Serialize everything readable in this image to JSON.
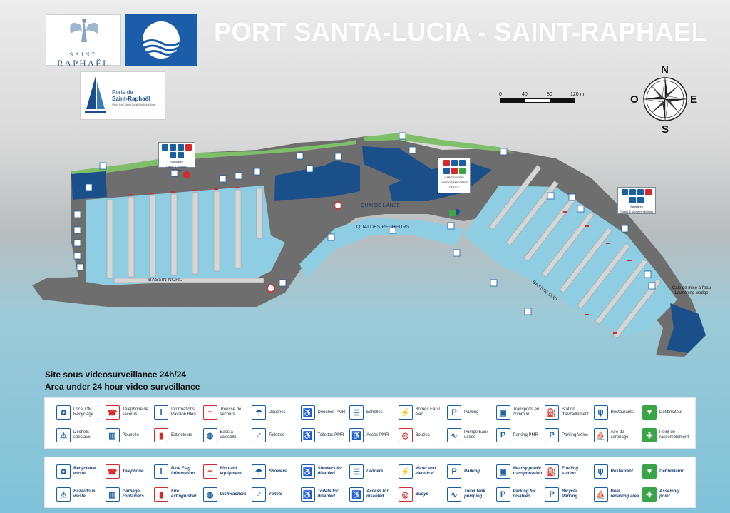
{
  "header": {
    "title": "PORT SANTA-LUCIA - SAINT-RAPHAEL",
    "logo_city_line1": "SAINT",
    "logo_city_line2": "RAPHAËL",
    "logo_ports_line1": "Ports de",
    "logo_ports_line2": "Saint-Raphaël",
    "logo_ports_line3": "Vieux Port Santa Lucia Boulouris Agay"
  },
  "compass": {
    "n": "N",
    "s": "S",
    "e": "E",
    "o": "O"
  },
  "scale": {
    "labels": [
      "0",
      "40",
      "80",
      "120 m"
    ]
  },
  "map": {
    "basin_north": "BASSIN NORD",
    "basin_south": "BASSIN SUD",
    "quai_1": "QUAI DE L'ANSE",
    "quai_2": "QUAI DES PECHEURS",
    "capitainerie_line1": "CAPITAINERIE",
    "capitainerie_line2": "HARBOR MASTER'S",
    "capitainerie_line3": "OFFICE",
    "sanitaires_left_1": "Sanitaires",
    "sanitaires_left_2": "Toilets & showers facilities",
    "sanitaires_right_1": "Sanitaires",
    "sanitaires_right_2": "Toilets & showers facilities",
    "launch_line1": "Cale de mise à l'eau",
    "launch_line2": "Launching wedge"
  },
  "surveillance": {
    "fr": "Site sous videosurveillance 24h/24",
    "en": "Area under 24 hour video surveillance"
  },
  "legend_fr": [
    {
      "icon": "recycle-icon",
      "label": "Local OM Recyclage",
      "style": "blue"
    },
    {
      "icon": "phone-icon",
      "label": "Téléphone de secours",
      "style": "red"
    },
    {
      "icon": "info-icon",
      "label": "Informations Pavillon Bleu",
      "style": "blue"
    },
    {
      "icon": "first-aid-icon",
      "label": "Trousse de secours",
      "style": "red"
    },
    {
      "icon": "shower-icon",
      "label": "Douches",
      "style": "blue"
    },
    {
      "icon": "shower-disabled-icon",
      "label": "Douches PMR",
      "style": "blue"
    },
    {
      "icon": "ladder-icon",
      "label": "Echelles",
      "style": "blue"
    },
    {
      "icon": "water-electric-icon",
      "label": "Bornes Eau / elec",
      "style": "blue"
    },
    {
      "icon": "parking-icon",
      "label": "Parking",
      "style": "blue"
    },
    {
      "icon": "bus-icon",
      "label": "Transports en commun",
      "style": "blue"
    },
    {
      "icon": "fuel-icon",
      "label": "Station d'avitaillement",
      "style": "blue"
    },
    {
      "icon": "restaurant-icon",
      "label": "Restaurants",
      "style": "blue"
    },
    {
      "icon": "defibrillator-icon",
      "label": "Défibrilateur",
      "style": "green"
    },
    {
      "icon": "hazardous-waste-icon",
      "label": "Déchets spéciaux",
      "style": "blue"
    },
    {
      "icon": "bin-icon",
      "label": "Poubelle",
      "style": "blue"
    },
    {
      "icon": "extinguisher-icon",
      "label": "Extincteurs",
      "style": "red"
    },
    {
      "icon": "dishwasher-icon",
      "label": "Bacs à vaisselle",
      "style": "blue"
    },
    {
      "icon": "toilet-icon",
      "label": "Toilettes",
      "style": "blue"
    },
    {
      "icon": "toilet-disabled-icon",
      "label": "Toilettes PMR",
      "style": "blue"
    },
    {
      "icon": "access-disabled-icon",
      "label": "Accès PMR",
      "style": "blue"
    },
    {
      "icon": "buoy-icon",
      "label": "Bouées",
      "style": "red"
    },
    {
      "icon": "pump-icon",
      "label": "Pompe Eaux usées",
      "style": "blue"
    },
    {
      "icon": "parking-disabled-icon",
      "label": "Parking PMR",
      "style": "blue"
    },
    {
      "icon": "bike-parking-icon",
      "label": "Parking Vélos",
      "style": "blue"
    },
    {
      "icon": "boat-repair-icon",
      "label": "Aire de carénage",
      "style": "blue"
    },
    {
      "icon": "assembly-point-icon",
      "label": "Point de rassemblement",
      "style": "green"
    }
  ],
  "legend_en": [
    {
      "icon": "recycle-icon",
      "label": "Recyclable waste",
      "style": "blue"
    },
    {
      "icon": "phone-icon",
      "label": "Telephone",
      "style": "red"
    },
    {
      "icon": "info-icon",
      "label": "Blue Flag Information",
      "style": "blue"
    },
    {
      "icon": "first-aid-icon",
      "label": "First-aid equipment",
      "style": "red"
    },
    {
      "icon": "shower-icon",
      "label": "Showers",
      "style": "blue"
    },
    {
      "icon": "shower-disabled-icon",
      "label": "Showers for disabled",
      "style": "blue"
    },
    {
      "icon": "ladder-icon",
      "label": "Ladders",
      "style": "blue"
    },
    {
      "icon": "water-electric-icon",
      "label": "Water and electrical",
      "style": "blue"
    },
    {
      "icon": "parking-icon",
      "label": "Parking",
      "style": "blue"
    },
    {
      "icon": "bus-icon",
      "label": "Nearby public transportation",
      "style": "blue"
    },
    {
      "icon": "fuel-icon",
      "label": "Fuelling station",
      "style": "blue"
    },
    {
      "icon": "restaurant-icon",
      "label": "Restaurant",
      "style": "blue"
    },
    {
      "icon": "defibrillator-icon",
      "label": "Defibrillator",
      "style": "green"
    },
    {
      "icon": "hazardous-waste-icon",
      "label": "Hazardous waste",
      "style": "blue"
    },
    {
      "icon": "bin-icon",
      "label": "Garbage containers",
      "style": "blue"
    },
    {
      "icon": "extinguisher-icon",
      "label": "Fire extinguisher",
      "style": "red"
    },
    {
      "icon": "dishwasher-icon",
      "label": "Dishwashers",
      "style": "blue"
    },
    {
      "icon": "toilet-icon",
      "label": "Toilets",
      "style": "blue"
    },
    {
      "icon": "toilet-disabled-icon",
      "label": "Toilets for disabled",
      "style": "blue"
    },
    {
      "icon": "access-disabled-icon",
      "label": "Access for disabled",
      "style": "blue"
    },
    {
      "icon": "buoy-icon",
      "label": "Buoys",
      "style": "red"
    },
    {
      "icon": "pump-icon",
      "label": "Toilet tank pumping",
      "style": "blue"
    },
    {
      "icon": "parking-disabled-icon",
      "label": "Parking for disabled",
      "style": "blue"
    },
    {
      "icon": "bike-parking-icon",
      "label": "Bicycle Parking",
      "style": "blue"
    },
    {
      "icon": "boat-repair-icon",
      "label": "Boat repairing area",
      "style": "blue"
    },
    {
      "icon": "assembly-point-icon",
      "label": "Assembly point",
      "style": "green"
    }
  ],
  "icon_glyphs": {
    "recycle-icon": "♻",
    "phone-icon": "☎",
    "info-icon": "i",
    "first-aid-icon": "+",
    "shower-icon": "☂",
    "shower-disabled-icon": "♿",
    "ladder-icon": "☰",
    "water-electric-icon": "⚡",
    "parking-icon": "P",
    "bus-icon": "▣",
    "fuel-icon": "⛽",
    "restaurant-icon": "ψ",
    "defibrillator-icon": "♥",
    "hazardous-waste-icon": "⚠",
    "bin-icon": "▥",
    "extinguisher-icon": "▮",
    "dishwasher-icon": "◍",
    "toilet-icon": "♂",
    "toilet-disabled-icon": "♿",
    "access-disabled-icon": "♿",
    "buoy-icon": "◎",
    "pump-icon": "∿",
    "parking-disabled-icon": "P",
    "bike-parking-icon": "P",
    "boat-repair-icon": "⛵",
    "assembly-point-icon": "✚"
  },
  "colors": {
    "quay": "#6d6d6d",
    "building": "#1b4f8a",
    "water": "#8ccbe0",
    "green_strip": "#7fbf6a",
    "pontoon": "#d9d9d9",
    "accent_red": "#d42a2a"
  }
}
